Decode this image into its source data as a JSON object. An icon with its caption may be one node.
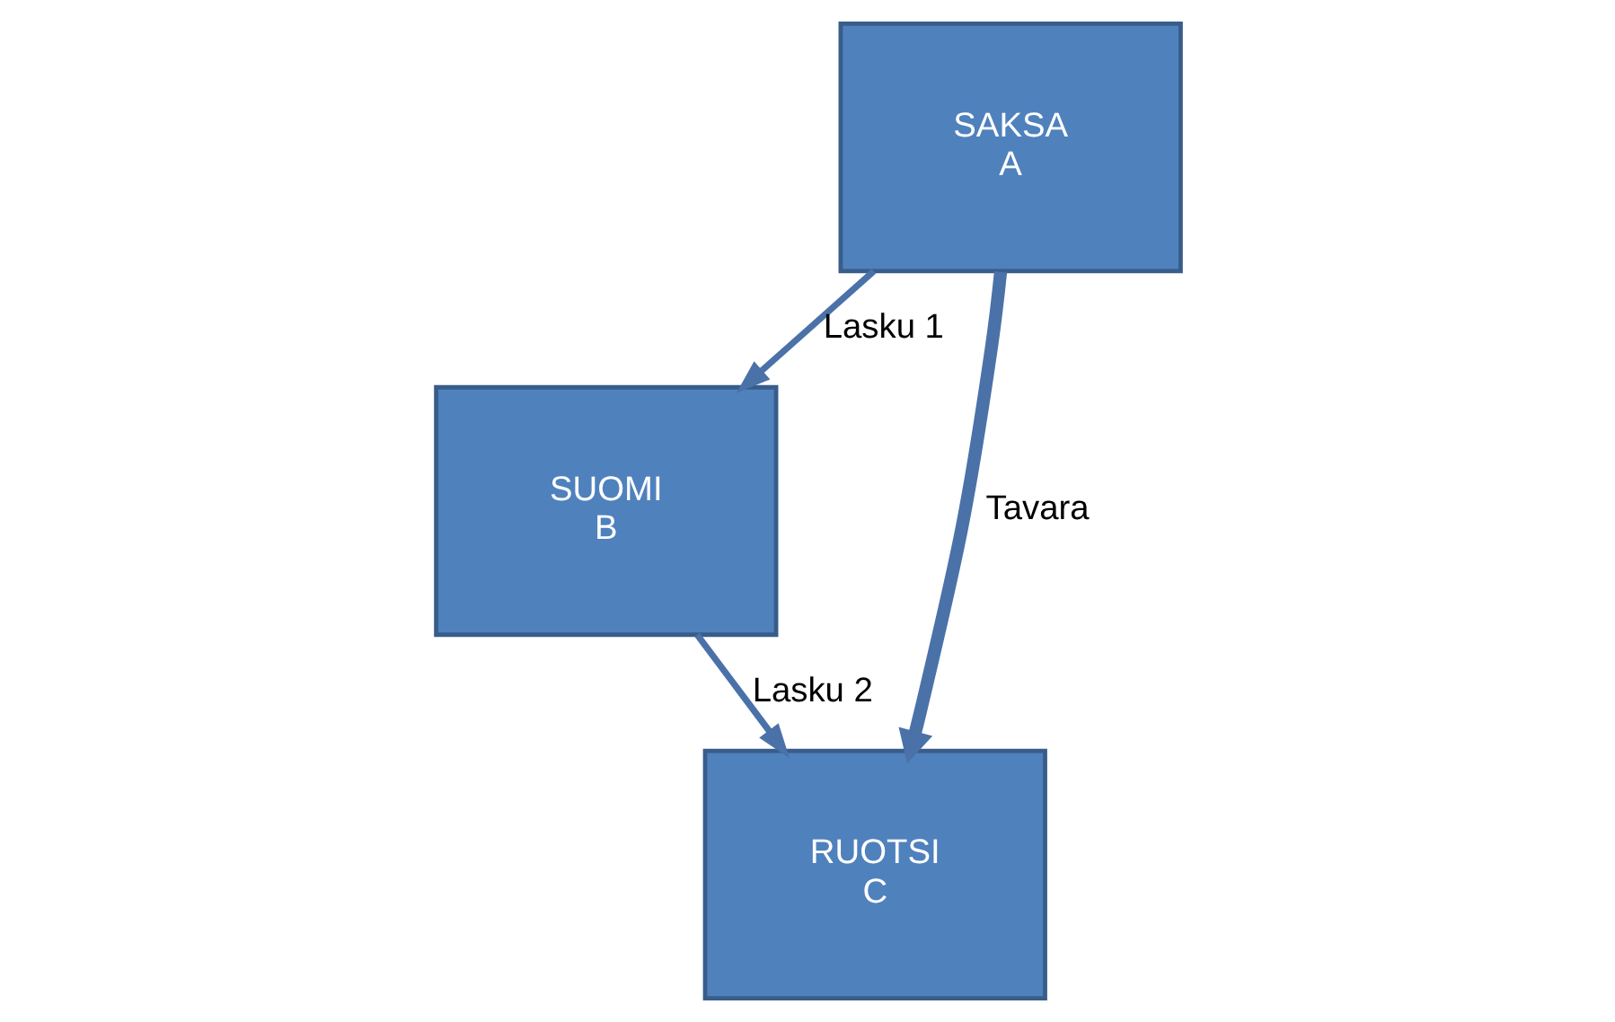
{
  "diagram": {
    "nodes": [
      {
        "text": [
          "SAKSA",
          "A"
        ]
      },
      {
        "text": [
          "SUOMI",
          "B"
        ]
      },
      {
        "text": [
          "RUOTSI",
          "C"
        ]
      }
    ],
    "edges": [
      {
        "from": 0,
        "to": 1,
        "arrow": "to",
        "label": "Lasku 1"
      },
      {
        "from": 0,
        "to": 2,
        "arrow": "to",
        "label": "Tavara",
        "style": "thick"
      },
      {
        "from": 1,
        "to": 2,
        "arrow": "to",
        "label": "Lasku 2"
      }
    ]
  }
}
